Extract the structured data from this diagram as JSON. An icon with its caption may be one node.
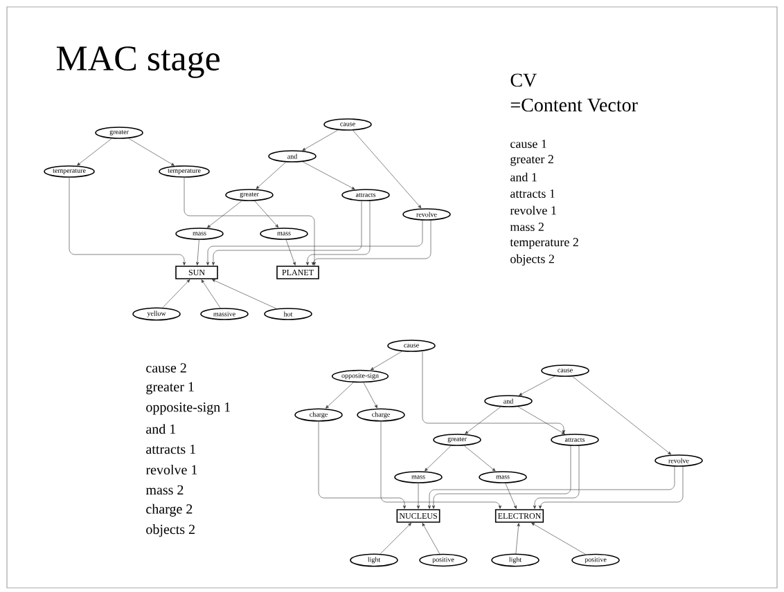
{
  "diagram": {
    "title": "MAC stage",
    "nodes": [
      {
        "text": [
          "greater"
        ]
      },
      {
        "text": [
          "temperature"
        ]
      },
      {
        "text": [
          "temperature"
        ]
      },
      {
        "text": [
          "cause"
        ]
      },
      {
        "text": [
          "and"
        ]
      },
      {
        "text": [
          "greater"
        ]
      },
      {
        "text": [
          "attracts"
        ]
      },
      {
        "text": [
          "revolve"
        ]
      },
      {
        "text": [
          "mass"
        ]
      },
      {
        "text": [
          "mass"
        ]
      },
      {
        "text": [
          "SUN"
        ]
      },
      {
        "text": [
          "PLANET"
        ]
      },
      {
        "text": [
          "yellow"
        ]
      },
      {
        "text": [
          "massive"
        ]
      },
      {
        "text": [
          "hot"
        ]
      },
      {
        "text": [
          "cause"
        ]
      },
      {
        "text": [
          "opposite-sign"
        ]
      },
      {
        "text": [
          "charge"
        ]
      },
      {
        "text": [
          "charge"
        ]
      },
      {
        "text": [
          "cause"
        ]
      },
      {
        "text": [
          "and"
        ]
      },
      {
        "text": [
          "greater"
        ]
      },
      {
        "text": [
          "attracts"
        ]
      },
      {
        "text": [
          "revolve"
        ]
      },
      {
        "text": [
          "mass"
        ]
      },
      {
        "text": [
          "mass"
        ]
      },
      {
        "text": [
          "NUCLEUS"
        ]
      },
      {
        "text": [
          "ELECTRON"
        ]
      },
      {
        "text": [
          "light"
        ]
      },
      {
        "text": [
          "positive"
        ]
      },
      {
        "text": [
          "light"
        ]
      },
      {
        "text": [
          "positive"
        ]
      }
    ],
    "edges": [
      {
        "from": 0,
        "to": 1,
        "arrow": "to"
      },
      {
        "from": 0,
        "to": 2,
        "arrow": "to"
      },
      {
        "from": 3,
        "to": 4,
        "arrow": "to"
      },
      {
        "from": 3,
        "to": 7,
        "arrow": "to"
      },
      {
        "from": 4,
        "to": 5,
        "arrow": "to"
      },
      {
        "from": 4,
        "to": 6,
        "arrow": "to"
      },
      {
        "from": 5,
        "to": 8,
        "arrow": "to"
      },
      {
        "from": 5,
        "to": 9,
        "arrow": "to"
      },
      {
        "from": 1,
        "to": 10,
        "arrow": "to"
      },
      {
        "from": 2,
        "to": 11,
        "arrow": "to"
      },
      {
        "from": 8,
        "to": 10,
        "arrow": "to"
      },
      {
        "from": 9,
        "to": 11,
        "arrow": "to"
      },
      {
        "from": 6,
        "to": 10,
        "arrow": "to"
      },
      {
        "from": 6,
        "to": 11,
        "arrow": "to"
      },
      {
        "from": 7,
        "to": 10,
        "arrow": "to"
      },
      {
        "from": 7,
        "to": 11,
        "arrow": "to"
      },
      {
        "from": 12,
        "to": 10,
        "arrow": "to"
      },
      {
        "from": 13,
        "to": 10,
        "arrow": "to"
      },
      {
        "from": 14,
        "to": 10,
        "arrow": "to"
      },
      {
        "from": 15,
        "to": 16,
        "arrow": "to"
      },
      {
        "from": 15,
        "to": 22,
        "arrow": "to"
      },
      {
        "from": 16,
        "to": 17,
        "arrow": "to"
      },
      {
        "from": 16,
        "to": 18,
        "arrow": "to"
      },
      {
        "from": 19,
        "to": 20,
        "arrow": "to"
      },
      {
        "from": 19,
        "to": 23,
        "arrow": "to"
      },
      {
        "from": 20,
        "to": 21,
        "arrow": "to"
      },
      {
        "from": 20,
        "to": 22,
        "arrow": "to"
      },
      {
        "from": 21,
        "to": 24,
        "arrow": "to"
      },
      {
        "from": 21,
        "to": 25,
        "arrow": "to"
      },
      {
        "from": 17,
        "to": 26,
        "arrow": "to"
      },
      {
        "from": 18,
        "to": 27,
        "arrow": "to"
      },
      {
        "from": 24,
        "to": 26,
        "arrow": "to"
      },
      {
        "from": 25,
        "to": 27,
        "arrow": "to"
      },
      {
        "from": 22,
        "to": 26,
        "arrow": "to"
      },
      {
        "from": 22,
        "to": 27,
        "arrow": "to"
      },
      {
        "from": 23,
        "to": 26,
        "arrow": "to"
      },
      {
        "from": 23,
        "to": 27,
        "arrow": "to"
      },
      {
        "from": 28,
        "to": 26,
        "arrow": "to"
      },
      {
        "from": 29,
        "to": 26,
        "arrow": "to"
      },
      {
        "from": 30,
        "to": 27,
        "arrow": "to"
      },
      {
        "from": 31,
        "to": 27,
        "arrow": "to"
      }
    ],
    "labels": [
      "CV",
      "=Content Vector",
      "cause 1",
      "greater 2",
      "and 1",
      "attracts 1",
      "revolve 1",
      "mass 2",
      "temperature 2",
      "objects 2",
      "cause 2",
      "greater 1",
      "opposite-sign 1",
      "and 1",
      "attracts 1",
      "revolve 1",
      "mass 2",
      "charge 2",
      "objects 2"
    ]
  }
}
